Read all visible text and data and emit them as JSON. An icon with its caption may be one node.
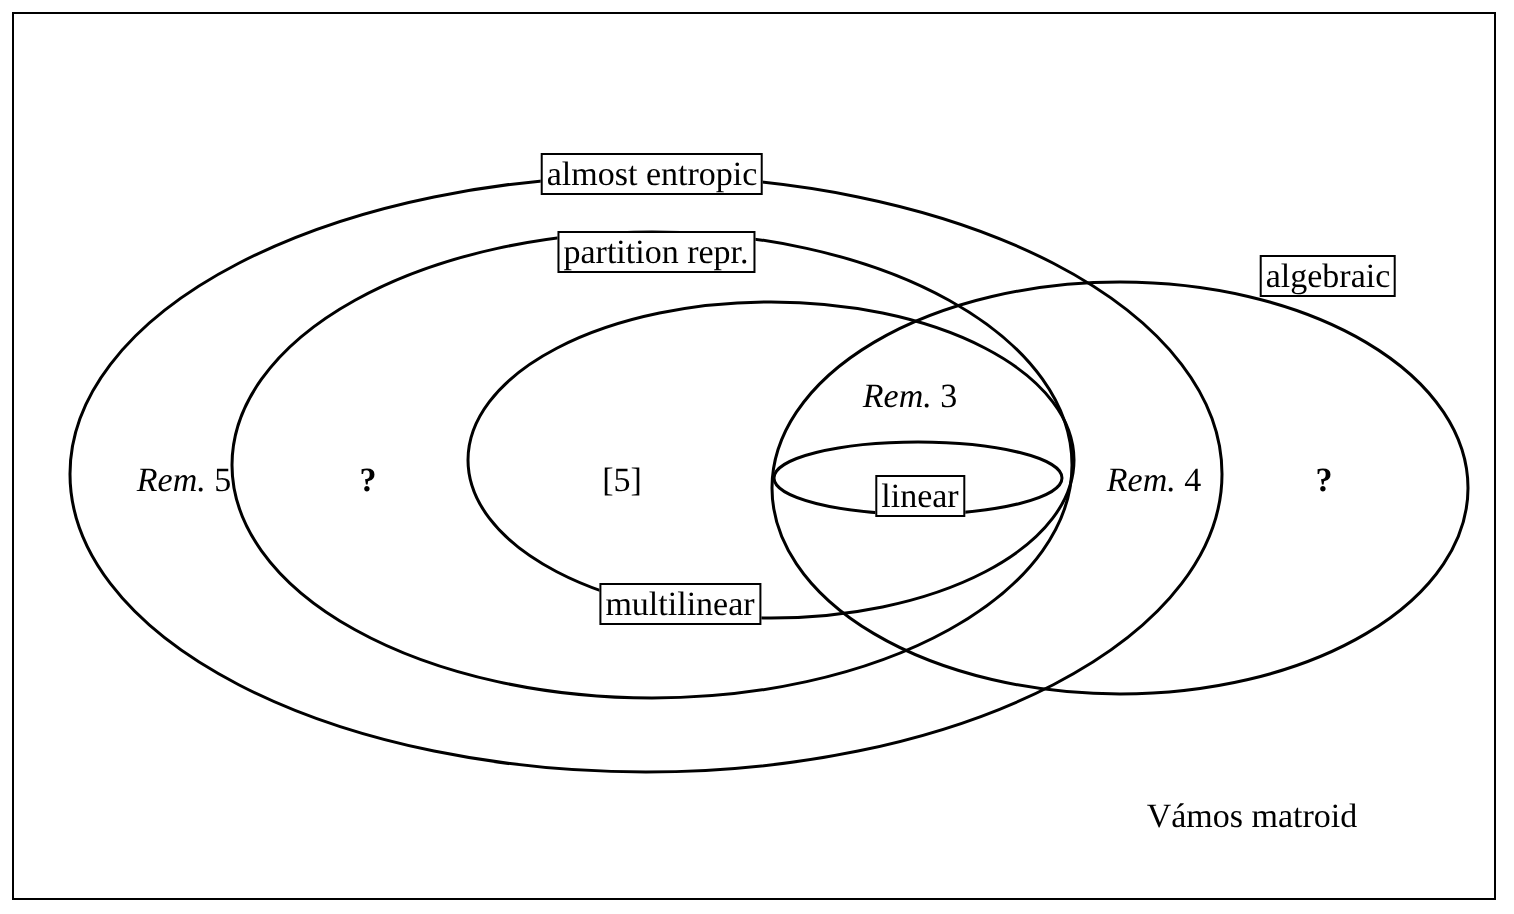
{
  "diagram": {
    "nodes": [
      {
        "text": [
          "almost entropic"
        ]
      },
      {
        "text": [
          "partition repr."
        ],
        "in": 0
      },
      {
        "text": [
          "algebraic"
        ]
      },
      {
        "text": [
          "multilinear"
        ],
        "in": 1
      },
      {
        "text": [
          "linear"
        ]
      }
    ],
    "edges": [],
    "labels": [
      "*Rem.* 5",
      "?",
      "[5]",
      "*Rem.* 3",
      "*Rem.* 4",
      "?",
      "Vámos matroid"
    ]
  }
}
